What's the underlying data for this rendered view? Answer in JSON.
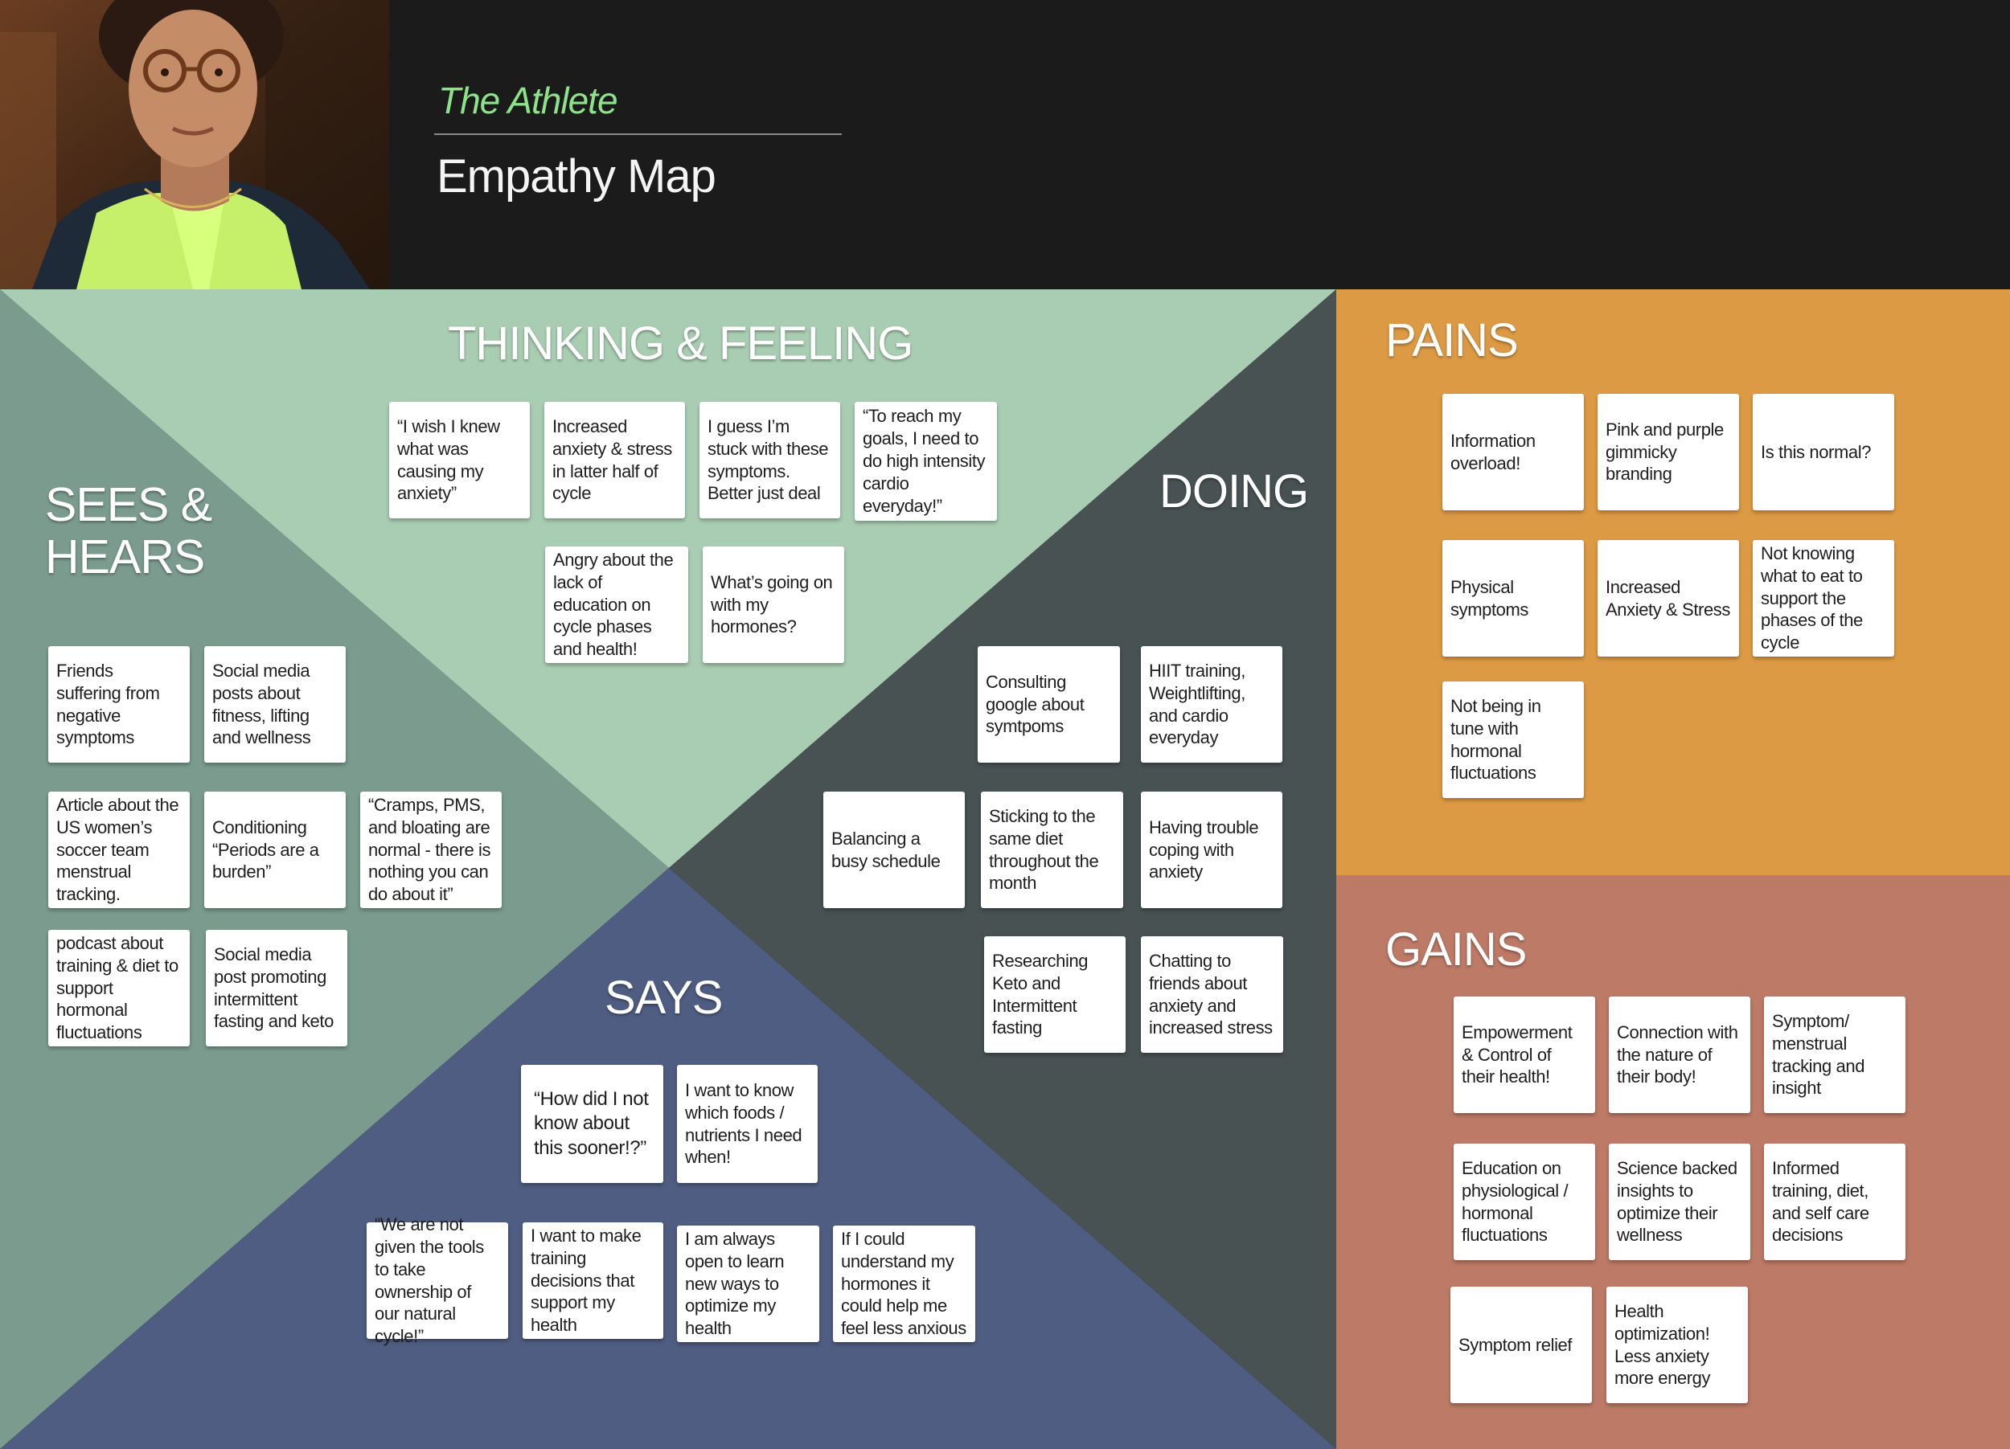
{
  "header": {
    "persona": "The Athlete",
    "title": "Empathy Map"
  },
  "colors": {
    "header_bg": "#1b1b1b",
    "persona_accent": "#8ee38a",
    "thinking_feeling": "#a9cdb2",
    "sees_hears": "#7b9b8f",
    "doing": "#485253",
    "says": "#4f5d82",
    "pains": "#dd9a44",
    "gains": "#bd7a66",
    "note": "#ffffff"
  },
  "sections": {
    "thinking": {
      "label": "THINKING & FEELING",
      "notes": [
        "“I wish I knew what was causing my anxiety”",
        "Increased anxiety & stress in latter half of cycle",
        "I guess I’m stuck with these symptoms. Better just deal",
        "“To reach my goals, I need to do high intensity cardio everyday!”",
        "Angry about the lack of education on cycle phases and health!",
        "What’s going on with my hormones?"
      ]
    },
    "sees": {
      "label": "SEES &\nHEARS",
      "notes": [
        "Friends suffering from negative symptoms",
        "Social media posts about fitness, lifting and wellness",
        "Article about the US women’s soccer team menstrual tracking.",
        "Conditioning “Periods are a burden”",
        "“Cramps, PMS, and bloating are normal - there is nothing you can do about it”",
        "podcast about training & diet to support hormonal fluctuations",
        "Social media post promoting intermittent fasting and keto"
      ]
    },
    "doing": {
      "label": "DOING",
      "notes": [
        "Consulting google about symtpoms",
        "HIIT training, Weightlifting, and cardio everyday",
        "Balancing a busy schedule",
        "Sticking to the same diet throughout the month",
        "Having trouble coping with anxiety",
        "Researching Keto and Intermittent fasting",
        "Chatting to friends about anxiety and increased stress"
      ]
    },
    "says": {
      "label": "SAYS",
      "notes": [
        "“How did I not know about this sooner!?”",
        "I want to know which foods / nutrients I need when!",
        "“We are not given the tools to take ownership of our natural cycle!”",
        "I want to make training decisions that support my health",
        "I am always open to learn new ways to optimize my health",
        "If I could understand my hormones it could help me feel less anxious"
      ]
    },
    "pains": {
      "label": "PAINS",
      "notes": [
        "Information overload!",
        "Pink and purple gimmicky branding",
        "Is this normal?",
        "Physical symptoms",
        "Increased Anxiety & Stress",
        "Not knowing what to eat to support the phases of the cycle",
        "Not being in tune with hormonal fluctuations"
      ]
    },
    "gains": {
      "label": "GAINS",
      "notes": [
        "Empowerment & Control of their health!",
        "Connection with the nature of their body!",
        "Symptom/ menstrual tracking and insight",
        "Education on physiological / hormonal fluctuations",
        "Science backed insights to optimize their wellness",
        "Informed training, diet, and self care decisions",
        "Symptom relief",
        "Health optimization! Less anxiety more energy"
      ]
    }
  }
}
